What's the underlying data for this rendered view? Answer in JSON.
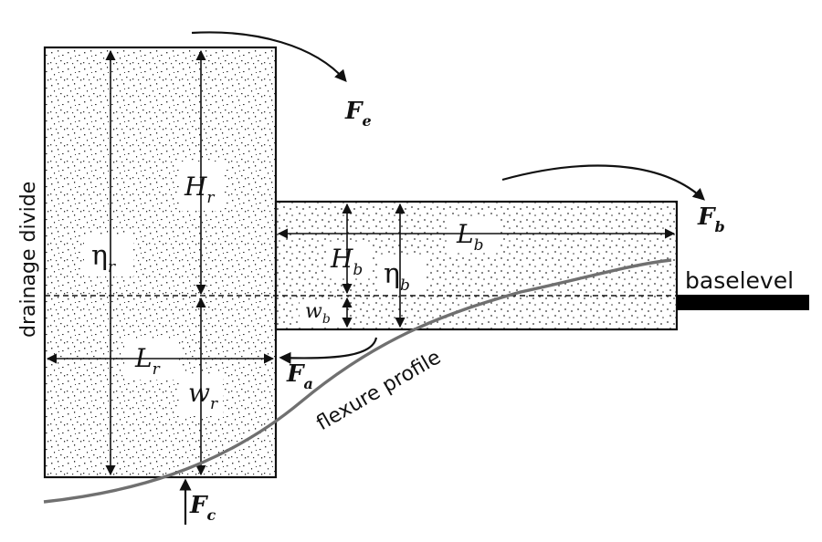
{
  "labels": {
    "drainage_divide": "drainage divide",
    "baselevel": "baselevel",
    "flexure_profile": "flexure profile",
    "Fe": {
      "main": "F",
      "sub": "e"
    },
    "Fb": {
      "main": "F",
      "sub": "b"
    },
    "Fa": {
      "main": "F",
      "sub": "a"
    },
    "Fc": {
      "main": "F",
      "sub": "c"
    },
    "Hr": {
      "main": "H",
      "sub": "r"
    },
    "eta_r": {
      "main": "η",
      "sub": "r"
    },
    "Lr": {
      "main": "L",
      "sub": "r"
    },
    "wr": {
      "main": "w",
      "sub": "r"
    },
    "Lb": {
      "main": "L",
      "sub": "b"
    },
    "Hb": {
      "main": "H",
      "sub": "b"
    },
    "eta_b": {
      "main": "η",
      "sub": "b"
    },
    "wb": {
      "main": "w",
      "sub": "b"
    }
  },
  "colors": {
    "ink": "#111111",
    "flexure_line": "#707070",
    "baselevel_bar": "#000000"
  }
}
